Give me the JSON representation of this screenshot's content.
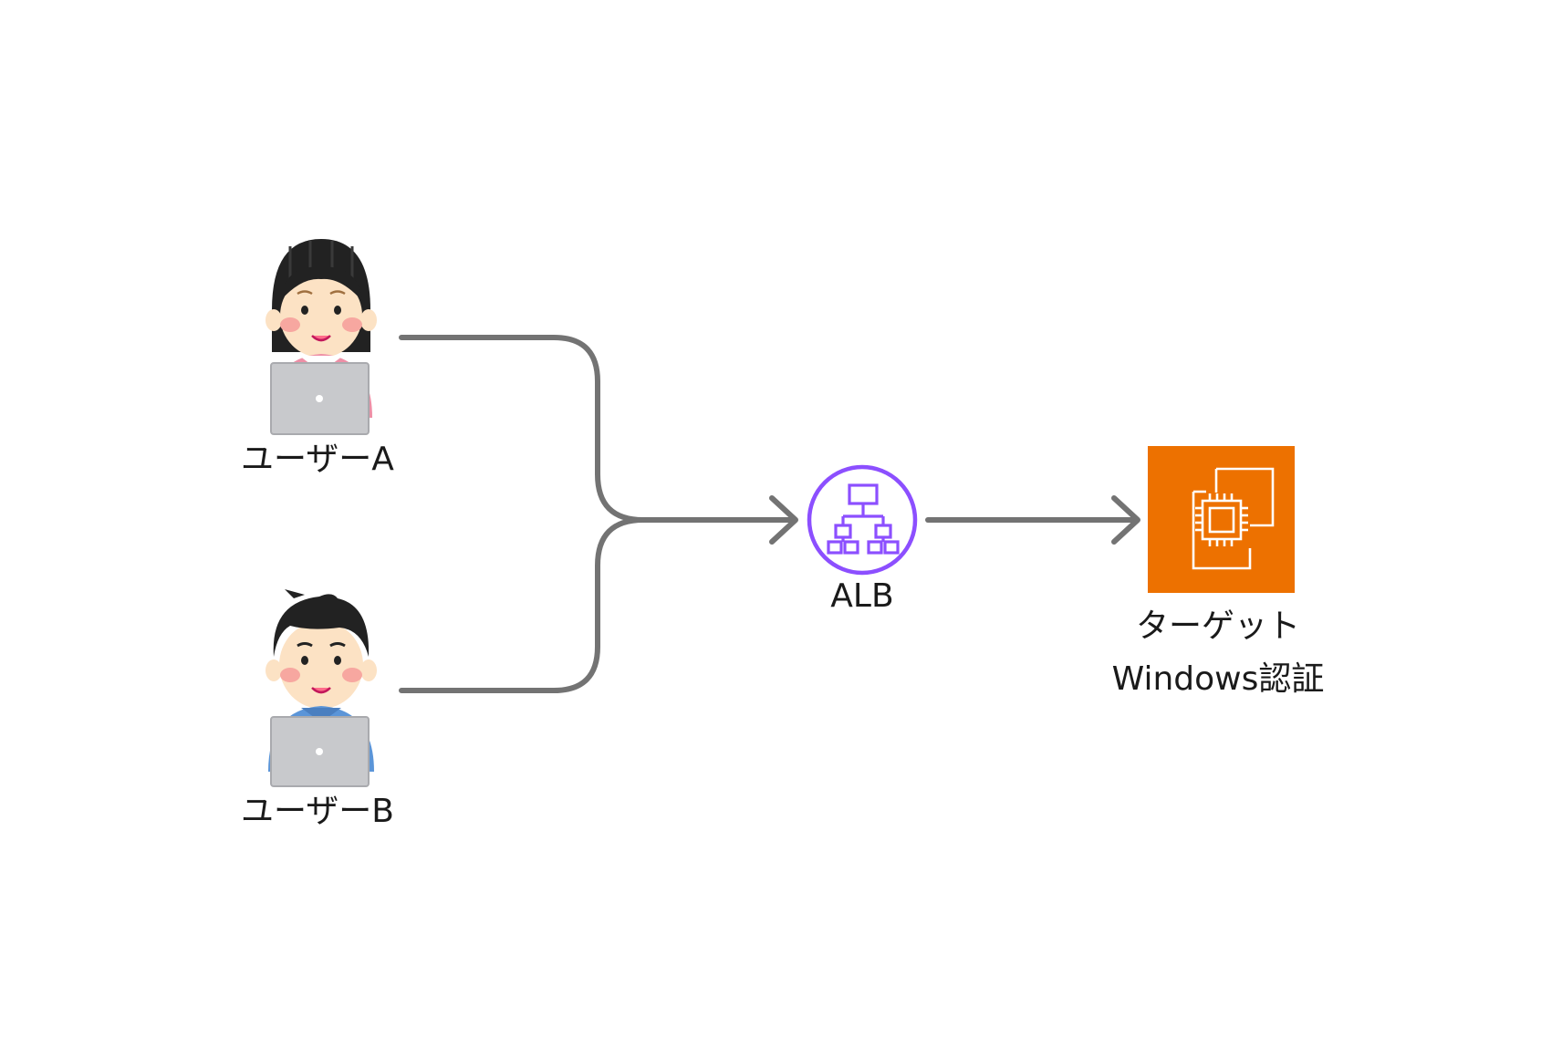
{
  "nodes": {
    "user_a": {
      "label": "ユーザーA"
    },
    "user_b": {
      "label": "ユーザーB"
    },
    "alb": {
      "label": "ALB",
      "icon": "load-balancer-icon"
    },
    "target": {
      "label_line1": "ターゲット",
      "label_line2": "Windows認証",
      "icon": "ec2-instance-icon"
    }
  },
  "edges": [
    {
      "from": "ユーザーA",
      "to": "ALB"
    },
    {
      "from": "ユーザーB",
      "to": "ALB"
    },
    {
      "from": "ALB",
      "to": "ターゲット"
    }
  ],
  "colors": {
    "connector": "#737373",
    "alb_accent": "#8C4FFF",
    "ec2_orange": "#ED7100",
    "skin": "#FCE2C4",
    "hair": "#222222",
    "laptop": "#C8C9CC",
    "shirt_a": "#EE8FA6",
    "shirt_b": "#5B95D8"
  }
}
